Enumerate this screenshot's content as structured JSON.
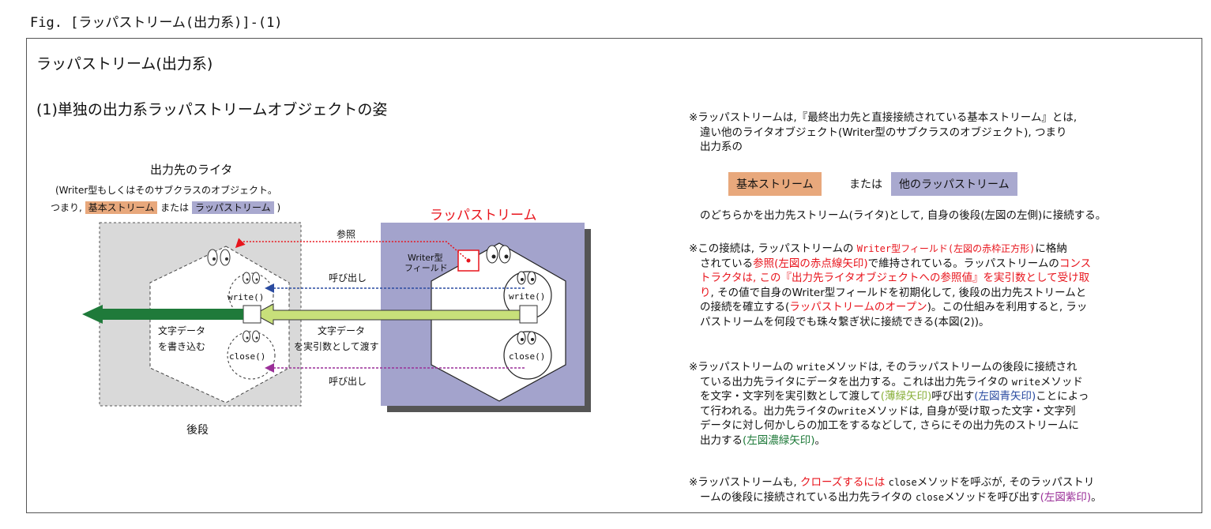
{
  "figure_caption": "Fig. [ラッパストリーム(出力系)]-(1)",
  "main_title": "ラッパストリーム(出力系)",
  "section_title": "(1)単独の出力系ラッパストリームオブジェクトの姿",
  "diagram": {
    "writer_title": "出力先のライタ",
    "writer_desc1": "(Writer型もしくはそのサブクラスのオブジェクト。",
    "writer_desc2_prefix": "つまり,",
    "writer_basic": "基本ストリーム",
    "writer_or": "または",
    "writer_wrapper": "ラッパストリーム",
    "writer_close_paren": ")",
    "wrapper_title": "ラッパストリーム",
    "label_ref": "参照",
    "label_call1": "呼び出し",
    "label_call2": "呼び出し",
    "field_label1": "Writer型",
    "field_label2": "フィールド",
    "method_write_left": "write()",
    "method_close_left": "close()",
    "method_write_right": "write()",
    "method_close_right": "close()",
    "chardata_left1": "文字データ",
    "chardata_left2": "を書き込む",
    "chardata_right1": "文字データ",
    "chardata_right2": "を実引数として渡す",
    "label_rear": "後段"
  },
  "notes": {
    "n1_line1": "※ラッパストリームは,『最終出力先と直接接続されている基本ストリーム』とは,",
    "n1_line2": "違い他のライタオブジェクト(Writer型のサブクラスのオブジェクト), つまり",
    "n1_line3": "出力系の",
    "legend_basic": "基本ストリーム",
    "legend_or": "または",
    "legend_wrapper": "他のラッパストリーム",
    "n1_line4": "のどちらかを出力先ストリーム(ライタ)として, 自身の後段(左図の左側)に接続する。",
    "n2_a": "※この接続は, ラッパストリームの ",
    "n2_b": "Writer型フィールド(左図の赤枠正方形)",
    "n2_c": "に格納",
    "n2_d": "されている",
    "n2_e": "参照(左図の赤点線矢印)",
    "n2_f": "で維持されている。ラッパストリームの",
    "n2_g": "コンス",
    "n2_h": "トラクタは, この『出力先ライタオブジェクトへの参照値』を実引数として受け取",
    "n2_i": "り",
    "n2_j": ", その値で自身のWriter型フィールドを初期化して, 後段の出力先ストリームと",
    "n2_k": "の接続を確立する(",
    "n2_l": "ラッパストリームのオープン",
    "n2_m": ")。この仕組みを利用すると, ラッ",
    "n2_n": "パストリームを何段でも珠々繋ぎ状に接続できる(本図(2))。",
    "n3_a": "※ラッパストリームの ",
    "n3_b": "write",
    "n3_c": "メソッドは, そのラッパストリームの後段に接続され",
    "n3_d": "ている出力先ライタにデータを出力する。これは出力先ライタの ",
    "n3_e": "write",
    "n3_f": "メソッド",
    "n3_g": "を文字・文字列を実引数として渡して",
    "n3_h": "(薄緑矢印)",
    "n3_i": "呼び出す",
    "n3_j": "(左図青矢印)",
    "n3_k": "ことによっ",
    "n3_l": "て行われる。出力先ライタの",
    "n3_m": "write",
    "n3_n": "メソッドは, 自身が受け取った文字・文字列",
    "n3_o": "データに対し何かしらの加工をするなどして, さらにその出力先のストリームに",
    "n3_p": "出力する",
    "n3_q": "(左図濃緑矢印)",
    "n3_r": "。",
    "n4_a": "※ラッパストリームも, ",
    "n4_b": "クローズするには",
    "n4_c": " ",
    "n4_d": "close",
    "n4_e": "メソッドを呼ぶが, そのラッパストリ",
    "n4_f": "ームの後段に接続されている出力先ライタの ",
    "n4_g": "close",
    "n4_h": "メソッドを呼び出す",
    "n4_i": "(左図紫印)",
    "n4_j": "。"
  },
  "colors": {
    "writer_bg": "#d9d9d9",
    "wrapper_bg": "#a3a3cc",
    "ref_arrow": "#e8141c",
    "call_blue": "#2a4ba0",
    "call_purple": "#9a2f98",
    "light_green": "#c8e07a",
    "dark_green": "#1f7a3a",
    "basic_highlight": "#e8a87c",
    "wrapper_highlight": "#a9a9cf"
  }
}
